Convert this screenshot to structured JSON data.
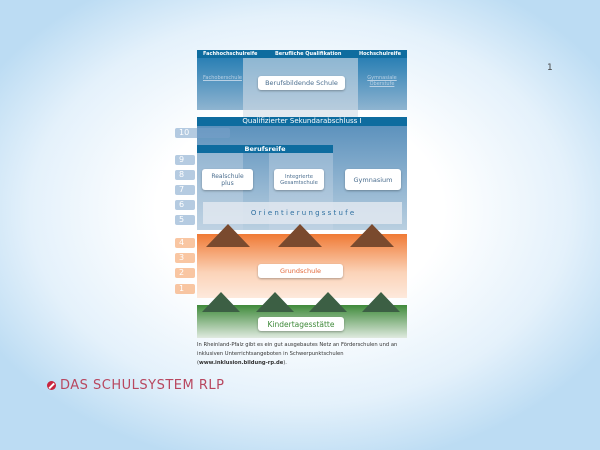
{
  "page_number": "1",
  "title": "DAS SCHULSYSTEM RLP",
  "top_headers": [
    "Fachhochschulreife",
    "Berufliche Qualifikation",
    "Hochschulreife"
  ],
  "left_faded": "Fachoberschule",
  "right_faded": "Gymnasiale Oberstufe",
  "berufsbildende": "Berufsbildende Schule",
  "qualifizierter": "Qualifizierter Sekundarabschluss I",
  "berufsreife": "Berufsreife",
  "realschule": "Realschule plus",
  "igs": "Integrierte Gesamtschule",
  "gymnasium": "Gymnasium",
  "orientierung": "O r i e n t i e r u n g s s t u f e",
  "grundschule": "Grundschule",
  "kita": "Kindertagesstätte",
  "grades": [
    "10",
    "9",
    "8",
    "7",
    "6",
    "5",
    "4",
    "3",
    "2",
    "1"
  ],
  "caption_text": "In Rheinland-Pfalz gibt es ein gut ausgebautes Netz an Förderschulen und an inklusiven Unterrichtsangeboten in Schwerpunktschulen (",
  "caption_link": "www.inklusion.bildung-rp.de",
  "caption_end": ")."
}
